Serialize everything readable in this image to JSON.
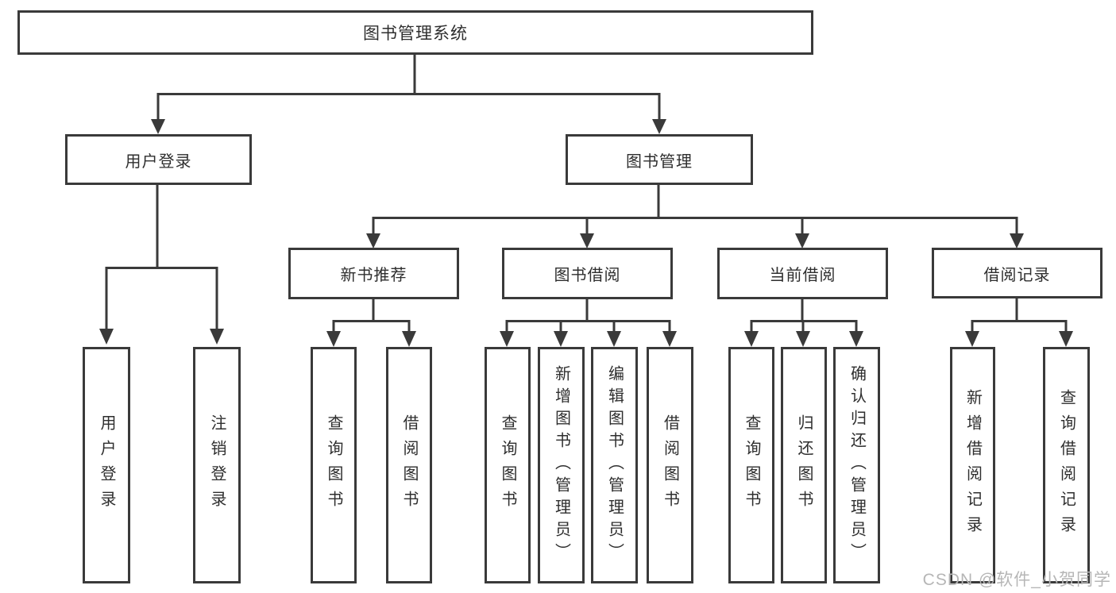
{
  "tree": {
    "root": {
      "label": "图书管理系统",
      "children": [
        {
          "label": "用户登录",
          "children": [
            {
              "label": "用户登录"
            },
            {
              "label": "注销登录"
            }
          ]
        },
        {
          "label": "图书管理",
          "children": [
            {
              "label": "新书推荐",
              "children": [
                {
                  "label": "查询图书"
                },
                {
                  "label": "借阅图书"
                }
              ]
            },
            {
              "label": "图书借阅",
              "children": [
                {
                  "label": "查询图书"
                },
                {
                  "label": "新增图书（管理员）"
                },
                {
                  "label": "编辑图书（管理员）"
                },
                {
                  "label": "借阅图书"
                }
              ]
            },
            {
              "label": "当前借阅",
              "children": [
                {
                  "label": "查询图书"
                },
                {
                  "label": "归还图书"
                },
                {
                  "label": "确认归还（管理员）"
                }
              ]
            },
            {
              "label": "借阅记录",
              "children": [
                {
                  "label": "新增借阅记录"
                },
                {
                  "label": "查询借阅记录"
                }
              ]
            }
          ]
        }
      ]
    }
  },
  "watermark": {
    "text": "CSDN @软件_小贺同学"
  },
  "colors": {
    "line": "#3a3a3a",
    "text": "#2e2e2e",
    "watermark": "#b6b6b6",
    "background": "#ffffff"
  }
}
